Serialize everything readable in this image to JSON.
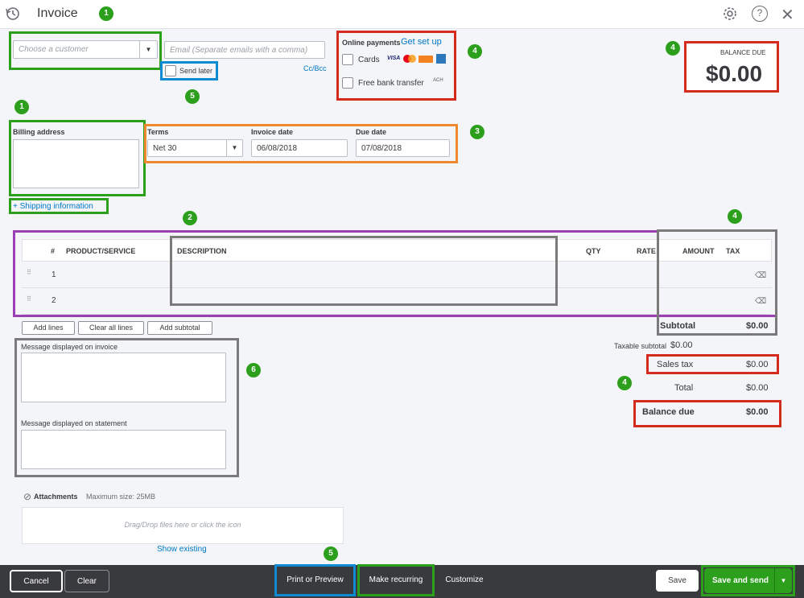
{
  "header": {
    "title": "Invoice"
  },
  "customer": {
    "placeholder": "Choose a customer",
    "email_placeholder": "Email (Separate emails with a comma)",
    "ccbcc": "Cc/Bcc",
    "send_later": "Send later"
  },
  "online_payments": {
    "label": "Online payments",
    "setup_link": "Get set up",
    "cards": "Cards",
    "bank": "Free bank transfer",
    "ach": "ACH"
  },
  "balance": {
    "label": "BALANCE DUE",
    "amount": "$0.00"
  },
  "billing": {
    "label": "Billing address",
    "shipping_link": "+ Shipping information"
  },
  "terms": {
    "label": "Terms",
    "value": "Net 30",
    "invoice_date_label": "Invoice date",
    "invoice_date": "06/08/2018",
    "due_date_label": "Due date",
    "due_date": "07/08/2018"
  },
  "table": {
    "headers": [
      "#",
      "PRODUCT/SERVICE",
      "DESCRIPTION",
      "QTY",
      "RATE",
      "AMOUNT",
      "TAX"
    ],
    "rows": [
      "1",
      "2"
    ]
  },
  "table_buttons": {
    "add_lines": "Add lines",
    "clear_lines": "Clear all lines",
    "add_subtotal": "Add subtotal"
  },
  "totals": {
    "subtotal_label": "Subtotal",
    "subtotal": "$0.00",
    "taxable_label": "Taxable subtotal",
    "taxable": "$0.00",
    "sales_tax_label": "Sales tax",
    "sales_tax": "$0.00",
    "total_label": "Total",
    "total": "$0.00",
    "balance_due_label": "Balance due",
    "balance_due": "$0.00"
  },
  "messages": {
    "invoice_label": "Message displayed on invoice",
    "statement_label": "Message displayed on statement"
  },
  "attachments": {
    "label": "Attachments",
    "max_size": "Maximum size: 25MB",
    "drop_text": "Drag/Drop files here or click the icon",
    "show_existing": "Show existing"
  },
  "footer": {
    "cancel": "Cancel",
    "clear": "Clear",
    "print": "Print or Preview",
    "recurring": "Make recurring",
    "customize": "Customize",
    "save": "Save",
    "save_send": "Save and send"
  },
  "badges": {
    "b1": "1",
    "b2": "2",
    "b3": "3",
    "b4": "4",
    "b5": "5",
    "b6": "6"
  },
  "colors": {
    "green": "#2ca01c",
    "red": "#d52b1e",
    "orange": "#f0882f",
    "blue": "#0e8bd1",
    "purple": "#9b3fb5",
    "gray": "#7a7a7a"
  }
}
